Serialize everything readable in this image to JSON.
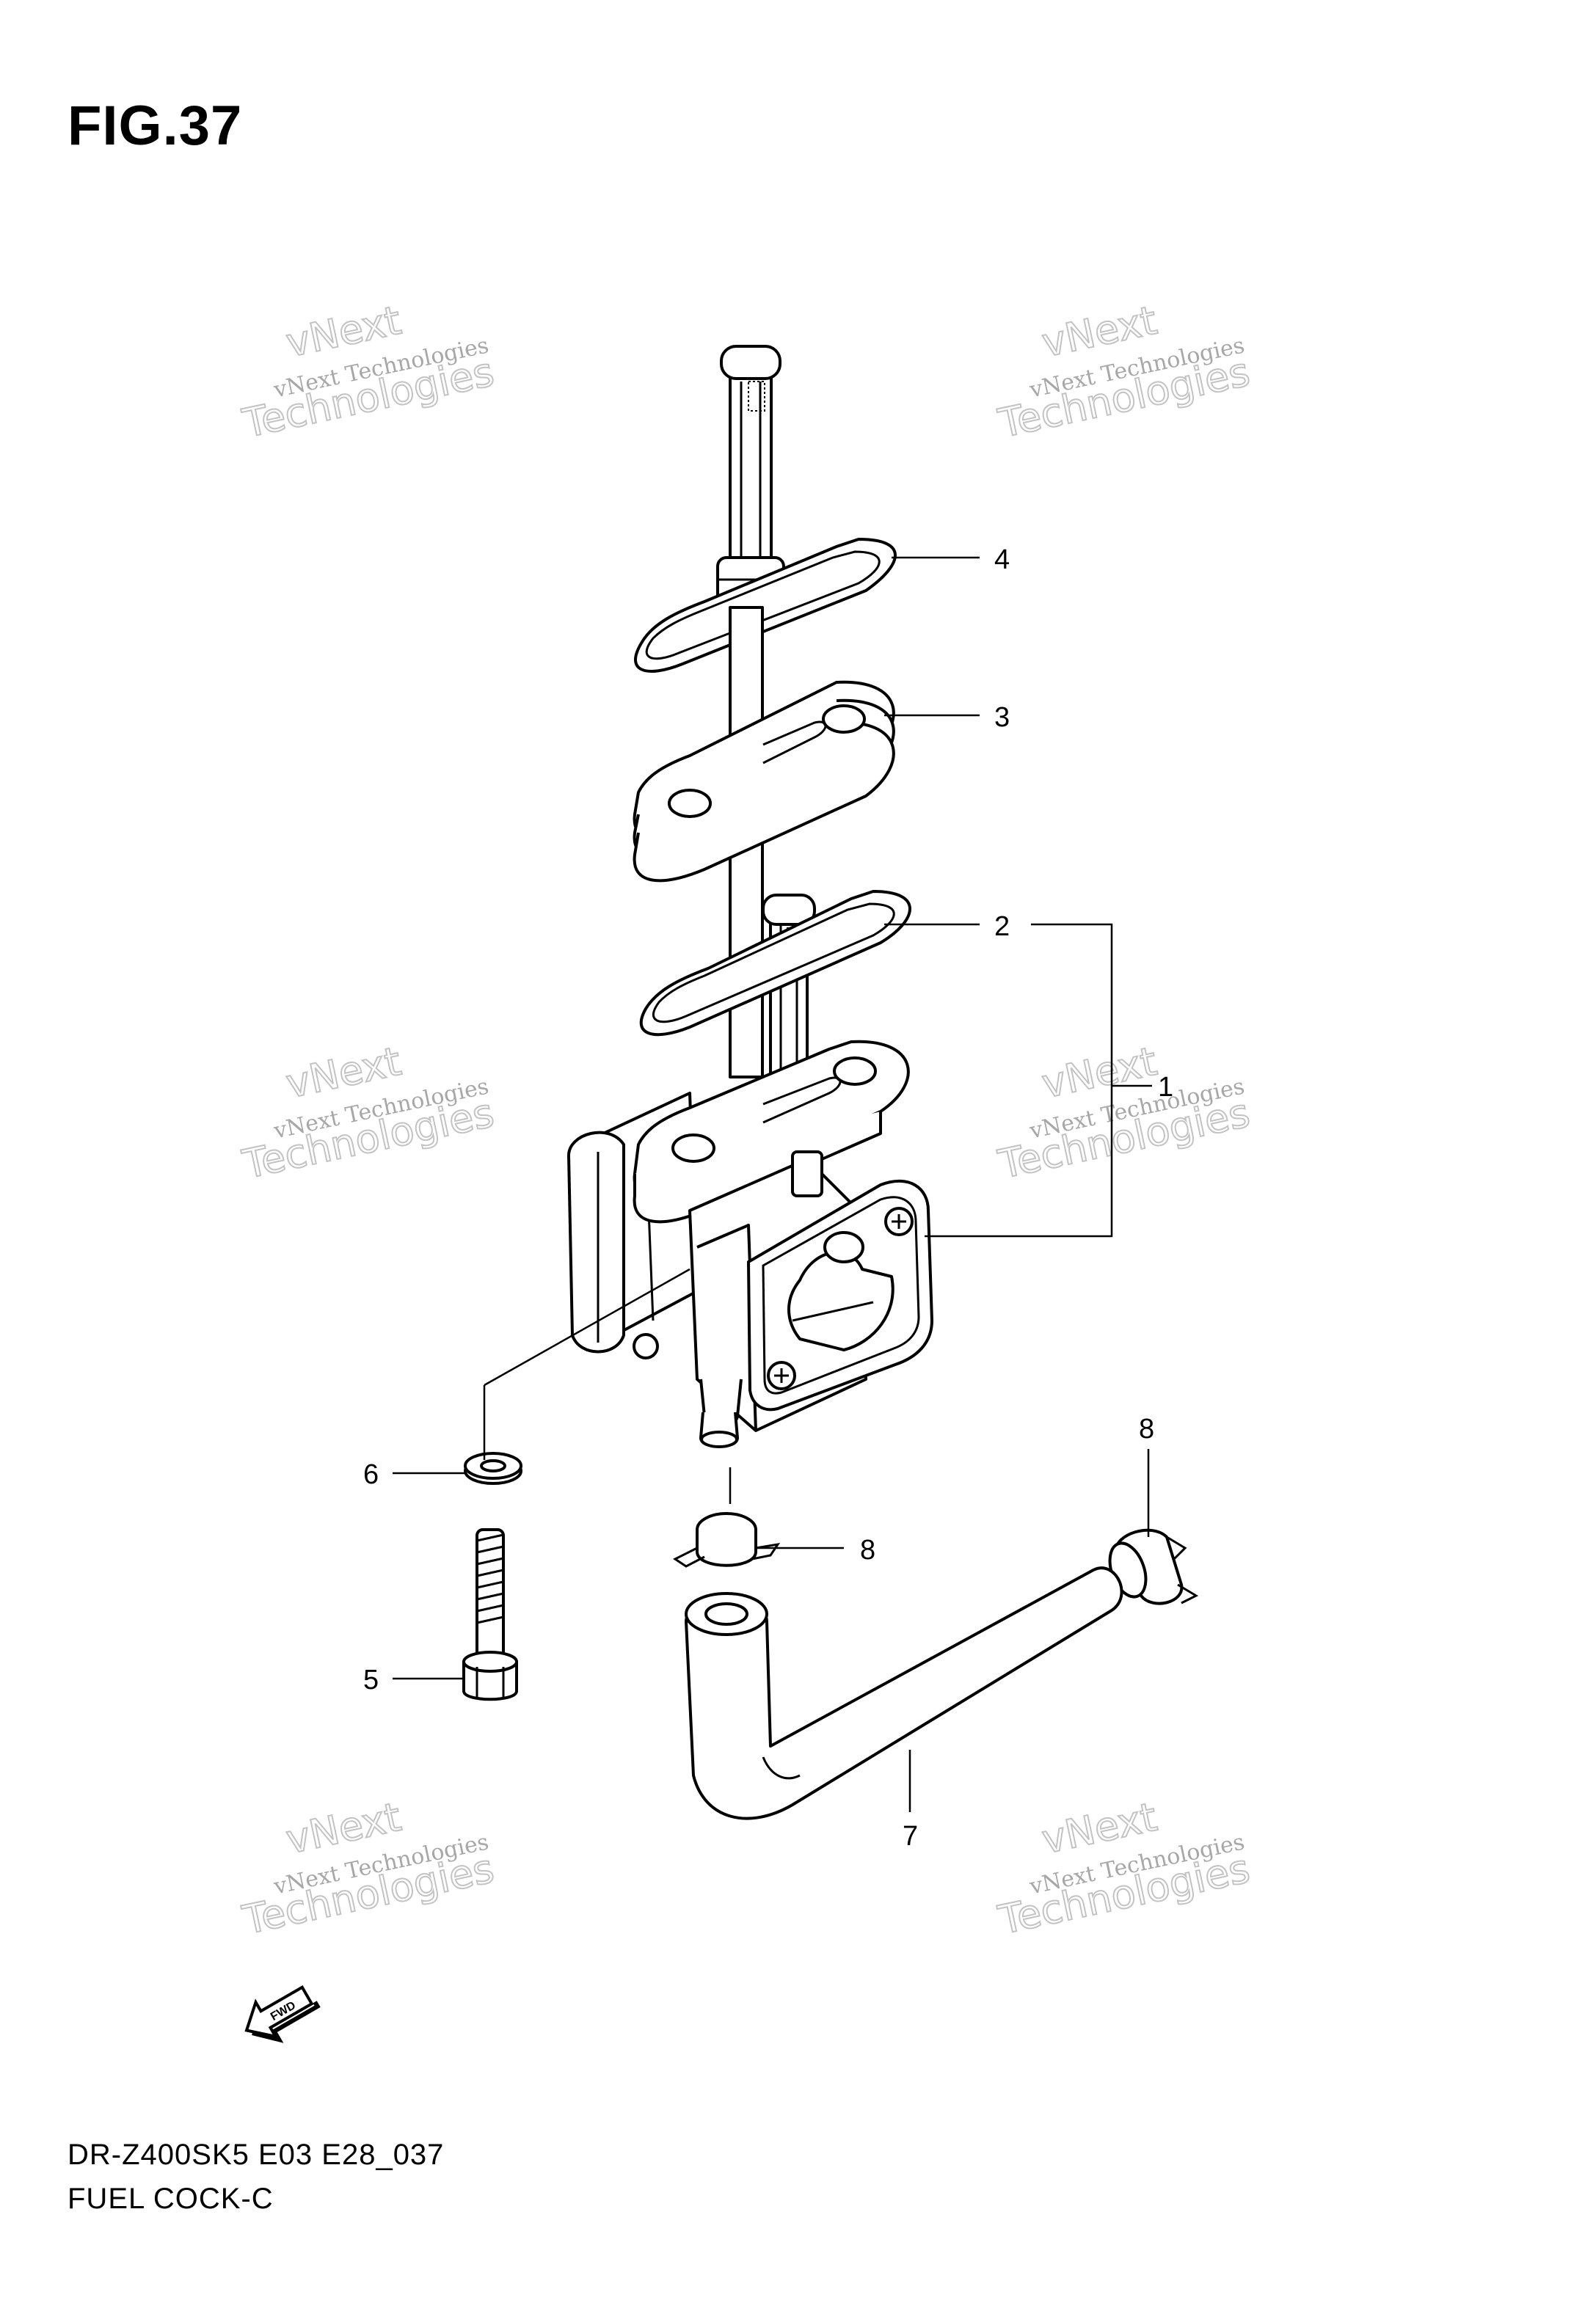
{
  "figure": {
    "title": "FIG.37"
  },
  "footer": {
    "code": "DR-Z400SK5 E03 E28_037",
    "name": "FUEL COCK-C"
  },
  "callouts": [
    "1",
    "2",
    "3",
    "4",
    "5",
    "6",
    "7",
    "8",
    "8"
  ],
  "watermark": {
    "line_small": "vNext Technologies",
    "line_big_1": "vNext",
    "line_big_2": "Technologies"
  },
  "fwd_label": "FWD"
}
